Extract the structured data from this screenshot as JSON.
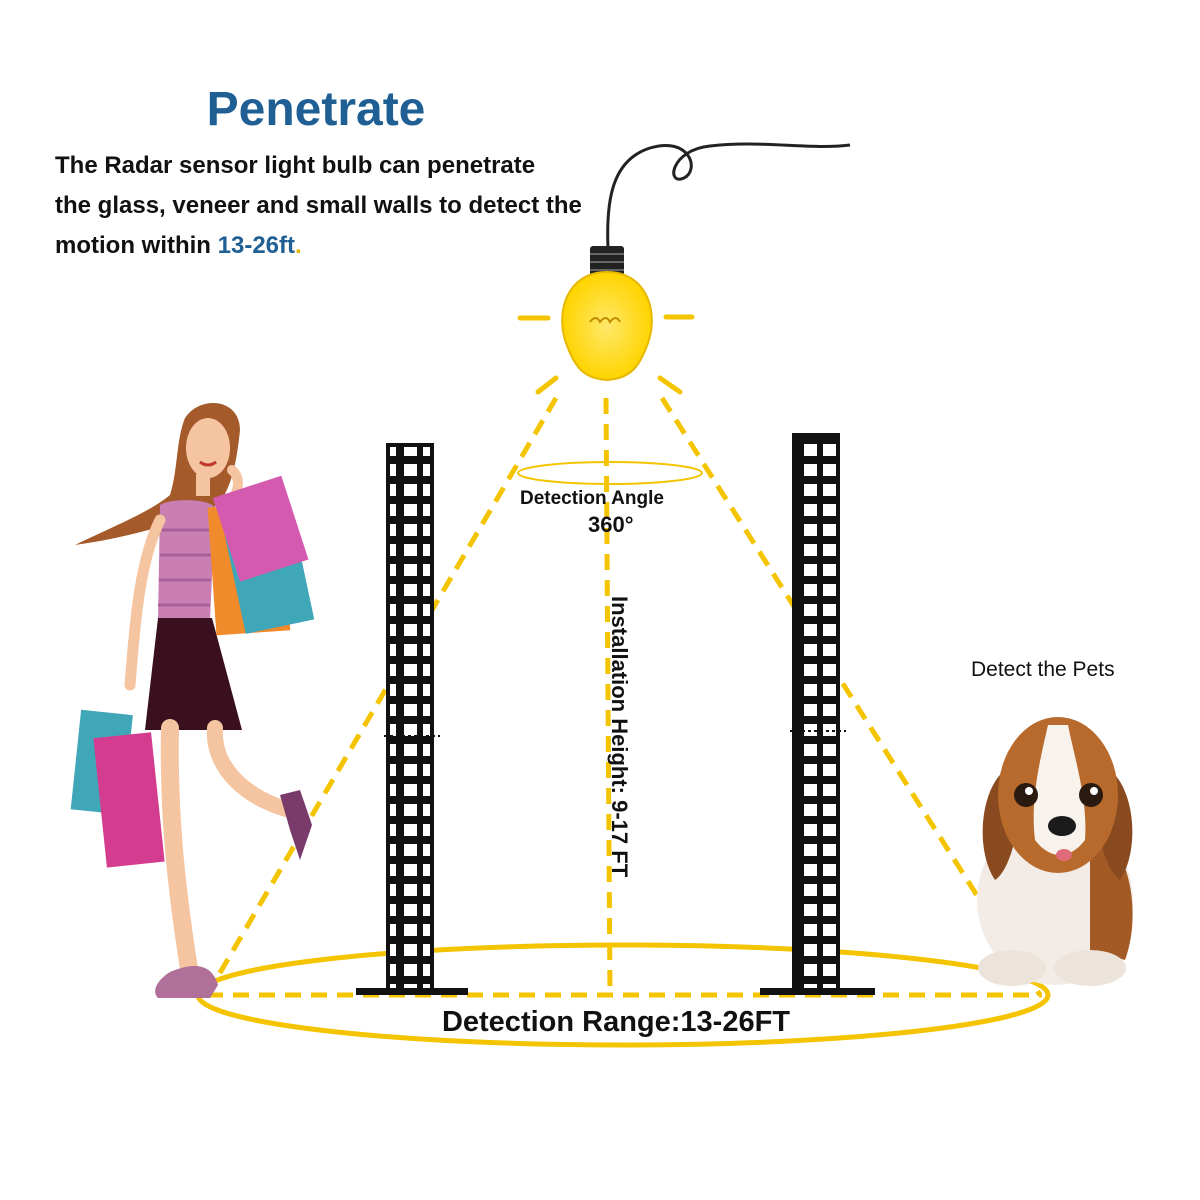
{
  "title": "Penetrate",
  "description": {
    "line1": "The Radar sensor light bulb can penetrate",
    "line2": "the glass, veneer and small walls to detect the",
    "line3_prefix": "motion within ",
    "line3_highlight": "13-26ft",
    "line3_suffix": "."
  },
  "detection_angle": {
    "label": "Detection Angle",
    "value": "360°"
  },
  "installation_height": "Installation Height: 9-17 FT",
  "detection_range": "Detection Range:13-26FT",
  "pets_label": "Detect the Pets",
  "colors": {
    "title_blue": "#1f5f93",
    "beam_yellow": "#f5c400",
    "bulb_yellow": "#ffd400",
    "wall_black": "#111111"
  },
  "icons": [
    "light-bulb-icon",
    "brick-wall-icon",
    "woman-shopper-icon",
    "puppy-icon"
  ]
}
